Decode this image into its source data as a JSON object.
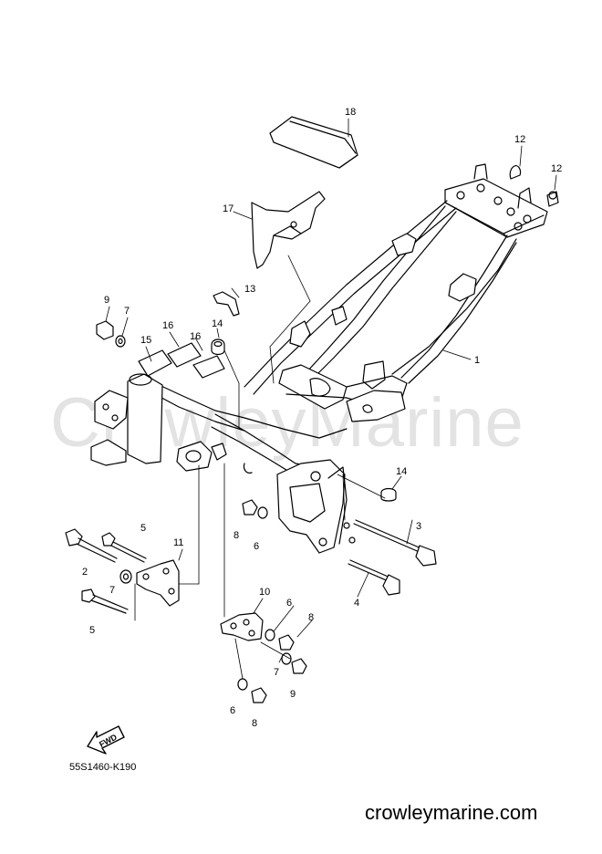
{
  "watermark": "CrowleyMarine",
  "drawing_code": "55S1460-K190",
  "footer_site": "crowleymarine.com",
  "fwd_label": "FWD",
  "callouts": {
    "c1": "1",
    "c2": "2",
    "c3": "3",
    "c4": "4",
    "c5a": "5",
    "c5b": "5",
    "c6a": "6",
    "c6b": "6",
    "c6c": "6",
    "c7a": "7",
    "c7b": "7",
    "c7c": "7",
    "c8a": "8",
    "c8b": "8",
    "c8c": "8",
    "c9a": "9",
    "c9b": "9",
    "c10": "10",
    "c11": "11",
    "c12a": "12",
    "c12b": "12",
    "c13": "13",
    "c14a": "14",
    "c14b": "14",
    "c15": "15",
    "c16a": "16",
    "c16b": "16",
    "c17": "17",
    "c18": "18"
  }
}
